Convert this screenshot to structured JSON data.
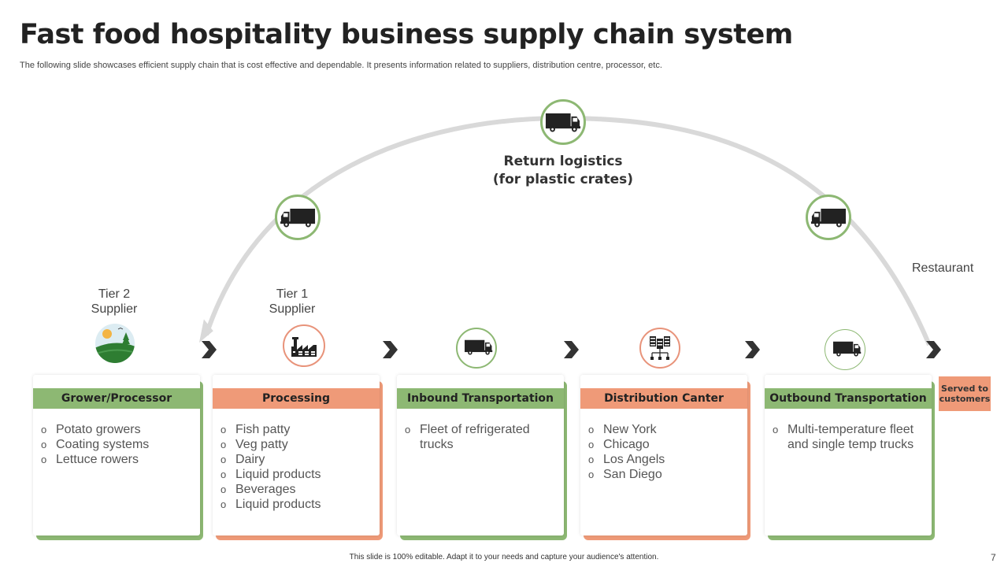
{
  "header": {
    "title": "Fast food hospitality business supply chain system",
    "subtitle": "The following slide showcases efficient supply chain that is cost effective and dependable. It presents information related to suppliers, distribution centre, processor, etc."
  },
  "return_logistics": {
    "label_line1": "Return logistics",
    "label_line2": "(for plastic crates)",
    "icons": [
      "truck-icon",
      "truck-icon",
      "truck-icon"
    ]
  },
  "labels": {
    "tier2_line1": "Tier 2",
    "tier2_line2": "Supplier",
    "tier1_line1": "Tier 1",
    "tier1_line2": "Supplier",
    "restaurant": "Restaurant"
  },
  "colors": {
    "green": "#8db873",
    "orange": "#ef9a78",
    "arc_gray": "#d9d9d9",
    "chevron": "#333333"
  },
  "stages": [
    {
      "title": "Grower/Processor",
      "color": "green",
      "icon": "farm-landscape-icon",
      "items": [
        "Potato growers",
        "Coating systems",
        "Lettuce rowers"
      ]
    },
    {
      "title": "Processing",
      "color": "orange",
      "icon": "factory-icon",
      "items": [
        "Fish patty",
        "Veg patty",
        "Dairy",
        "Liquid products",
        "Beverages",
        "Liquid products"
      ]
    },
    {
      "title": "Inbound Transportation",
      "color": "green",
      "icon": "truck-icon",
      "items": [
        "Fleet of refrigerated trucks"
      ]
    },
    {
      "title": "Distribution Canter",
      "color": "orange",
      "icon": "distribution-network-icon",
      "items": [
        "New York",
        "Chicago",
        "Los Angels",
        "San Diego"
      ]
    },
    {
      "title": "Outbound Transportation",
      "color": "green",
      "icon": "truck-icon",
      "items": [
        "Multi-temperature fleet and single temp trucks"
      ]
    }
  ],
  "end_box": {
    "label": "Served to customers"
  },
  "footer": {
    "note": "This slide is 100% editable. Adapt it to your needs and capture your audience's attention.",
    "page_number": "7"
  }
}
